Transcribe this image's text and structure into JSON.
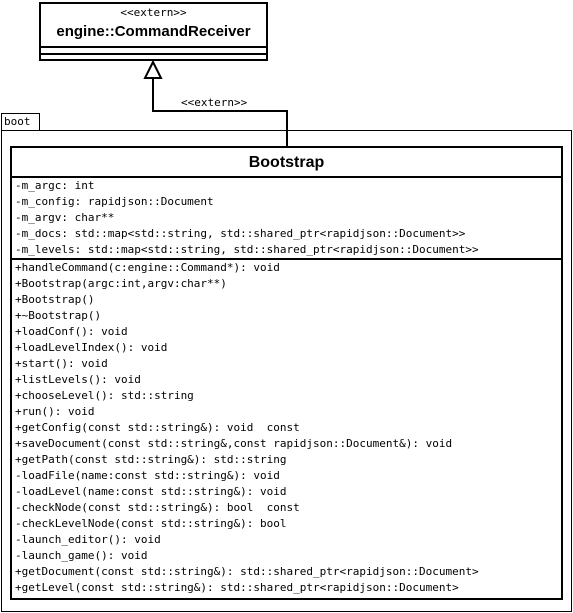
{
  "receiver": {
    "stereotype": "<<extern>>",
    "name": "engine::CommandReceiver"
  },
  "relation": {
    "label": "<<extern>>"
  },
  "package": {
    "name": "boot"
  },
  "bootstrap": {
    "name": "Bootstrap",
    "attributes": [
      "-m_argc: int",
      "-m_config: rapidjson::Document",
      "-m_argv: char**",
      "-m_docs: std::map<std::string, std::shared_ptr<rapidjson::Document>>",
      "-m_levels: std::map<std::string, std::shared_ptr<rapidjson::Document>>"
    ],
    "methods": [
      "+handleCommand(c:engine::Command*): void",
      "+Bootstrap(argc:int,argv:char**)",
      "+Bootstrap()",
      "+~Bootstrap()",
      "+loadConf(): void",
      "+loadLevelIndex(): void",
      "+start(): void",
      "+listLevels(): void",
      "+chooseLevel(): std::string",
      "+run(): void",
      "+getConfig(const std::string&): void  const",
      "+saveDocument(const std::string&,const rapidjson::Document&): void",
      "+getPath(const std::string&): std::string",
      "-loadFile(name:const std::string&): void",
      "-loadLevel(name:const std::string&): void",
      "-checkNode(const std::string&): bool  const",
      "-checkLevelNode(const std::string&): bool",
      "-launch_editor(): void",
      "-launch_game(): void",
      "+getDocument(const std::string&): std::shared_ptr<rapidjson::Document>",
      "+getLevel(const std::string&): std::shared_ptr<rapidjson::Document>"
    ]
  }
}
